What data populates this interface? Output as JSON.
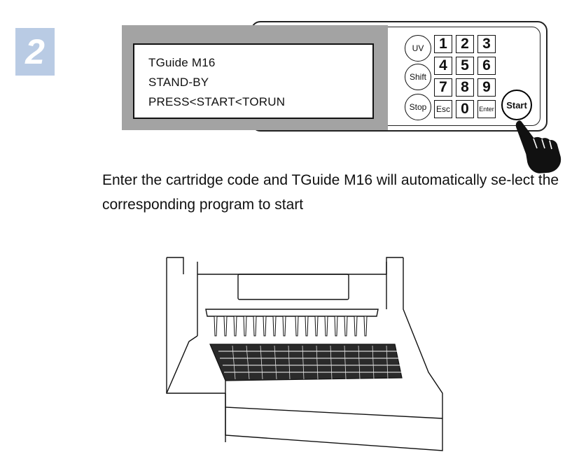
{
  "step": {
    "number": "2"
  },
  "lcd": {
    "lines": [
      "TGuide M16",
      "STAND-BY",
      "PRESS<START<TORUN"
    ]
  },
  "keypad": {
    "round_keys": [
      "UV",
      "Shift",
      "Stop"
    ],
    "number_rows": [
      [
        "1",
        "2",
        "3"
      ],
      [
        "4",
        "5",
        "6"
      ],
      [
        "7",
        "8",
        "9"
      ]
    ],
    "bottom_row": [
      "Esc",
      "0",
      "Enter"
    ],
    "start_label": "Start"
  },
  "caption": {
    "text": "Enter the cartridge code and TGuide M16 will automatically se-lect the corresponding program to start"
  },
  "colors": {
    "badge": "#b9cbe4",
    "lcd_frame": "#a3a3a3"
  },
  "icons": {
    "pointer": "pointing-hand-icon",
    "instrument": "instrument-illustration"
  }
}
